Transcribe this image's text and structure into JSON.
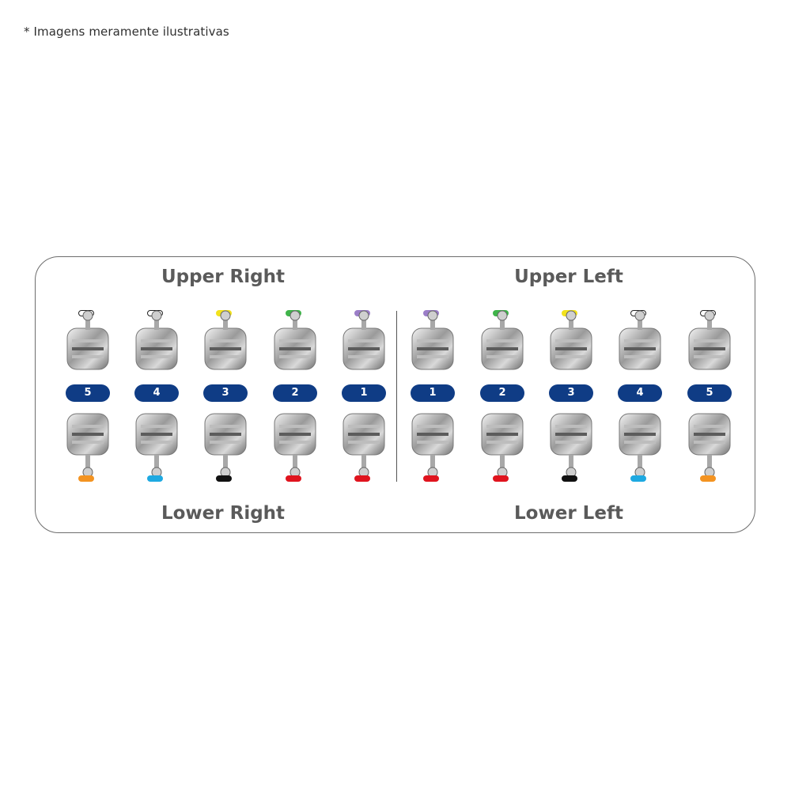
{
  "note": "* Imagens meramente ilustrativas",
  "titles": {
    "upper_right": "Upper Right",
    "upper_left": "Upper Left",
    "lower_right": "Lower Right",
    "lower_left": "Lower Left"
  },
  "colors": {
    "badge": "#0f3c85",
    "white_outline": "#222222",
    "yellow": "#f2e21c",
    "green": "#3fb44a",
    "purple": "#9b7ec8",
    "orange": "#f39321",
    "blue": "#1ea9e1",
    "black": "#111111",
    "red": "#e0141e"
  },
  "upper_right": [
    {
      "num": "5",
      "color": "white"
    },
    {
      "num": "4",
      "color": "white"
    },
    {
      "num": "3",
      "color": "yellow"
    },
    {
      "num": "2",
      "color": "green"
    },
    {
      "num": "1",
      "color": "purple"
    }
  ],
  "upper_left": [
    {
      "num": "1",
      "color": "purple"
    },
    {
      "num": "2",
      "color": "green"
    },
    {
      "num": "3",
      "color": "yellow"
    },
    {
      "num": "4",
      "color": "white"
    },
    {
      "num": "5",
      "color": "white"
    }
  ],
  "lower_right": [
    {
      "color": "orange"
    },
    {
      "color": "blue"
    },
    {
      "color": "black"
    },
    {
      "color": "red"
    },
    {
      "color": "red"
    }
  ],
  "lower_left": [
    {
      "color": "red"
    },
    {
      "color": "red"
    },
    {
      "color": "black"
    },
    {
      "color": "blue"
    },
    {
      "color": "orange"
    }
  ]
}
